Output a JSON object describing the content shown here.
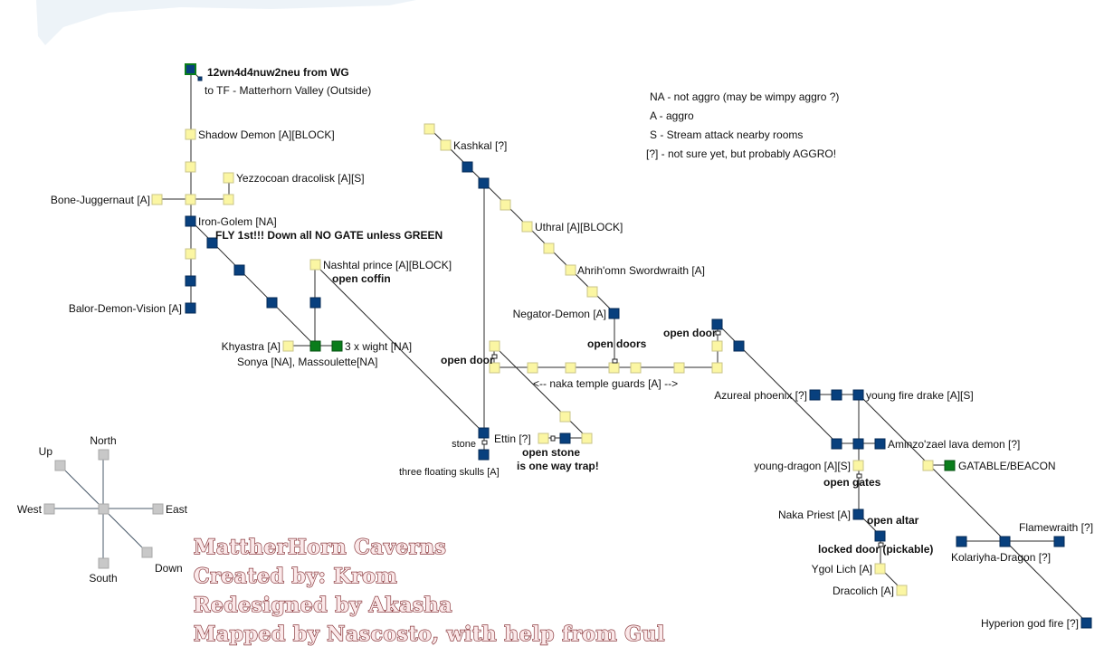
{
  "map": {
    "title_lines": [
      "MattherHorn Caverns",
      "Created by: Krom",
      "Redesigned by Akasha",
      "Mapped by Nascosto, with help from Gul"
    ],
    "legend": [
      "NA - not aggro (may be wimpy aggro ?)",
      "A - aggro",
      "S - Stream attack nearby rooms",
      "[?] - not sure yet, but probably AGGRO!"
    ],
    "compass": {
      "north": "North",
      "south": "South",
      "east": "East",
      "west": "West",
      "up": "Up",
      "down": "Down"
    },
    "room_labels": {
      "start_path": "12wn4d4nuw2neu from WG",
      "to_tf": "to TF - Matterhorn Valley (Outside)",
      "shadow_demon": "Shadow Demon [A][BLOCK]",
      "yezzocoan": "Yezzocoan dracolisk [A][S]",
      "bone_juggernaut": "Bone-Juggernaut [A]",
      "iron_golem": "Iron-Golem [NA]",
      "balor": "Balor-Demon-Vision [A]",
      "nashtal": "Nashtal prince [A][BLOCK]",
      "khyastra": "Khyastra [A]",
      "wight": "3 x wight [NA]",
      "sonya": "Sonya [NA], Massoulette[NA]",
      "kashkal": "Kashkal [?]",
      "uthral": "Uthral [A][BLOCK]",
      "ahrihomn": "Ahrih'omn Swordwraith [A]",
      "negator": "Negator-Demon [A]",
      "naka_guards": "<-- naka temple guards [A]  -->",
      "ettin": "Ettin [?]",
      "stone": "stone",
      "skulls": "three floating skulls [A]",
      "azureal": "Azureal phoenix [?]",
      "young_fire_drake": "young fire drake [A][S]",
      "aminzozael": "Aminzo'zael lava demon [?]",
      "young_dragon": "young-dragon [A][S]",
      "gatable": "GATABLE/BEACON",
      "naka_priest": "Naka Priest [A]",
      "ygol_lich": "Ygol Lich [A]",
      "dracolich": "Dracolich [A]",
      "flamewraith": "Flamewraith [?]",
      "kolariyha": "Kolariyha-Dragon [?]",
      "hyperion": "Hyperion god fire [?]"
    },
    "notes": {
      "fly_first": "FLY 1st!!! Down all NO GATE unless GREEN",
      "open_coffin": "open coffin",
      "open_door_left": "open door",
      "open_doors": "open doors",
      "open_door_right": "open door",
      "open_stone": "open stone",
      "one_way_trap": "is one way trap!",
      "open_gates": "open gates",
      "open_altar": "open altar",
      "locked_door": "locked door (pickable)"
    },
    "colors": {
      "yellow_room": "#fbf6a3",
      "blue_room": "#08407e",
      "green_room": "#0a7d1b",
      "grey_room": "#c8c8c8",
      "title_fill": "#fbe9ea",
      "title_outline": "#8a3a3e"
    }
  }
}
